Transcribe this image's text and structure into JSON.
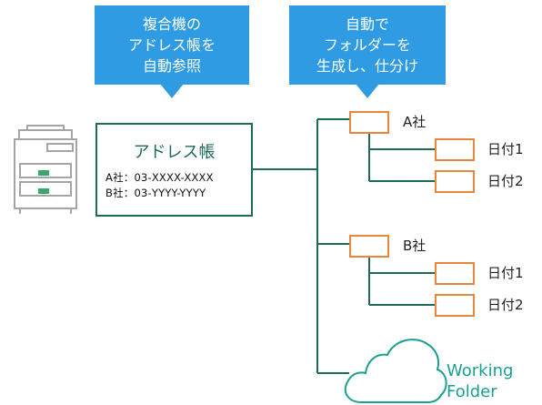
{
  "callouts": {
    "left": [
      "複合機の",
      "アドレス帳を",
      "自動参照"
    ],
    "right": [
      "自動で",
      "フォルダーを",
      "生成し、仕分け"
    ]
  },
  "printer": {
    "icon": "multifunction-printer-icon"
  },
  "address_book": {
    "title": "アドレス帳",
    "entries": [
      "A社：03-XXXX-XXXX",
      "B社：03-YYYY-YYYY"
    ]
  },
  "folders": [
    {
      "label": "A社",
      "children": [
        "日付1",
        "日付2"
      ]
    },
    {
      "label": "B社",
      "children": [
        "日付1",
        "日付2"
      ]
    }
  ],
  "cloud": {
    "icon": "cloud-icon",
    "label_lines": [
      "Working",
      "Folder"
    ]
  },
  "colors": {
    "callout": "#2f9be3",
    "address_border": "#1e6b58",
    "tree_line": "#1e6b58",
    "folder_border": "#e8873c",
    "cloud_label": "#1aa08f",
    "cloud_outline": "#1aa08f"
  }
}
